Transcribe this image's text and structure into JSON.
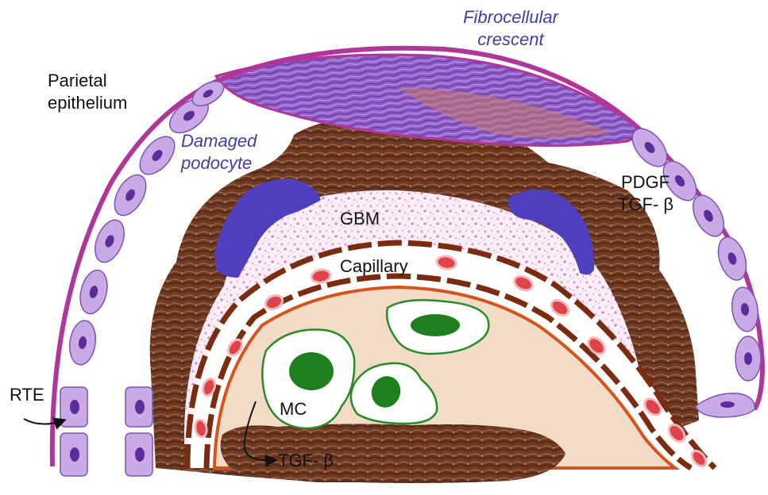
{
  "labels": {
    "fibrocellular_crescent": "Fibrocellular crescent",
    "parietal_epithelium": "Parietal epithelium",
    "damaged_podocyte": "Damaged podocyte",
    "pdgf": "PDGF",
    "tgf_beta_top": "TGF- β",
    "gbm": "GBM",
    "capillary": "Capillary",
    "rte": "RTE",
    "mc": "MC",
    "tgf_beta_bottom": "TGF- β"
  },
  "colors": {
    "capsule": "#b0369a",
    "epithelial_cell": "#c9a9e6",
    "epithelial_nucleus": "#5a2d9b",
    "crescent": "#8f5fc6",
    "fibrosis": "#6e3a24",
    "podocyte": "#4e3fbf",
    "gbm_speckle": "#d9a2cc",
    "capillary_wall": "#7a2b10",
    "endothelial_nucleus": "#e0424b",
    "mesangium": "#f3dcc7",
    "mesangial_border": "#d6531b",
    "mc_outline": "#2a8a2a",
    "mc_nucleus": "#1d7f1d",
    "label_blue": "#3d3dab"
  }
}
